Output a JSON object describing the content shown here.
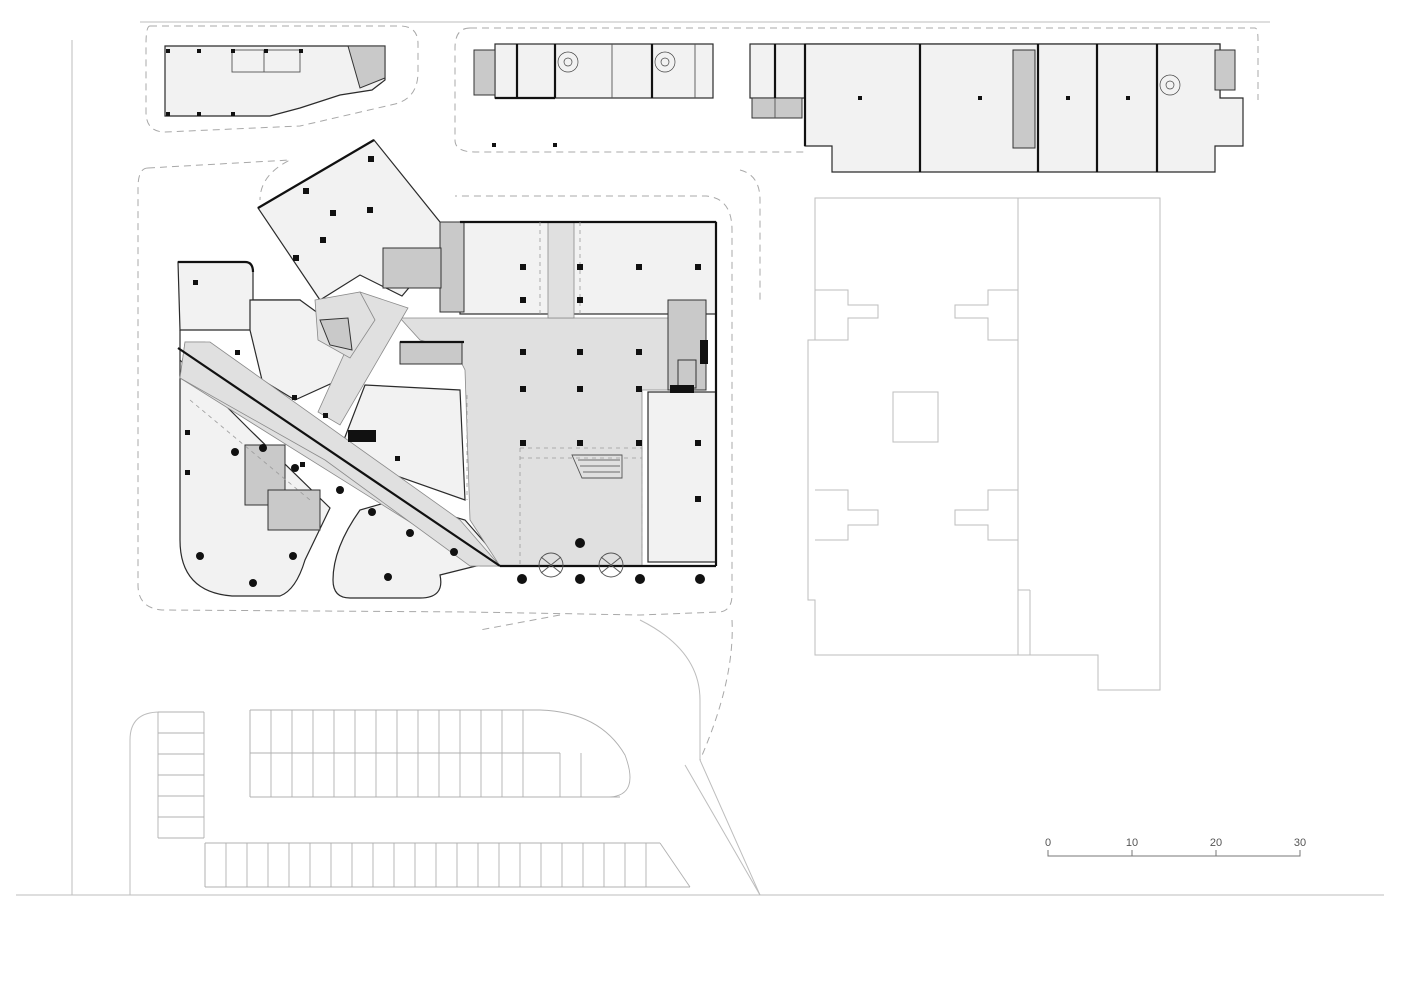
{
  "drawing": {
    "scale_bar": {
      "labels": [
        "0",
        "10",
        "20",
        "30"
      ]
    }
  }
}
